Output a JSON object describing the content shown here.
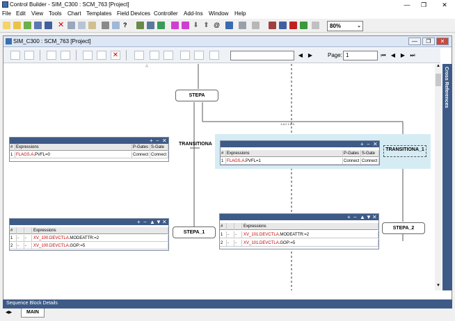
{
  "window": {
    "title": "Control Builder - SIM_C300 : SCM_763 [Project]",
    "min": "—",
    "restore": "❐",
    "close": "✕"
  },
  "menu": [
    "File",
    "Edit",
    "View",
    "Tools",
    "Chart",
    "Templates",
    "Field Devices",
    "Controller",
    "Add-Ins",
    "Window",
    "Help"
  ],
  "toolbar": {
    "zoom": "80%"
  },
  "doc": {
    "title": "SIM_C300 : SCM_763 [Project]",
    "page_label": "Page:",
    "page_value": "1",
    "crossref": "Cross References"
  },
  "canvas": {
    "marker_a": "A",
    "transition_ids": "1.A.2   1.A.3",
    "steps": {
      "stepa": "STEPA",
      "stepa1": "STEPA_1",
      "stepa2": "STEPA_2"
    },
    "transitions": {
      "t0": "TRANSITIONA",
      "t1": "TRANSITIONA_1"
    },
    "table_left_top": {
      "headers": [
        "#",
        "Expressions",
        "P-Gates",
        "S-Gate"
      ],
      "rows": [
        {
          "n": "1",
          "var": "FLAGS.A",
          "expr": ".PVFL=0",
          "p": "Connect",
          "s": "Connect"
        }
      ]
    },
    "table_right_top": {
      "headers": [
        "#",
        "Expressions",
        "P-Gates",
        "S-Gate"
      ],
      "rows": [
        {
          "n": "1",
          "var": "FLAGS.A",
          "expr": ".PVFL=1",
          "p": "Connect",
          "s": "Connect"
        }
      ]
    },
    "table_left_bottom": {
      "headers": [
        "#",
        "",
        "",
        "Expressions"
      ],
      "rows": [
        {
          "n": "1",
          "a": "-",
          "b": "-",
          "var": "XV_100.DEVCTLA",
          "expr": ".MODEATTR:=2"
        },
        {
          "n": "2",
          "a": "-",
          "b": "-",
          "var": "XV_100.DEVCTLA",
          "expr": ".GOP:=5"
        }
      ]
    },
    "table_right_bottom": {
      "headers": [
        "#",
        "",
        "",
        "Expressions"
      ],
      "rows": [
        {
          "n": "1",
          "a": "-",
          "b": "-",
          "var": "XV_101.DEVCTLA",
          "expr": ".MODEATTR:=2"
        },
        {
          "n": "2",
          "a": "-",
          "b": "-",
          "var": "XV_101.DEVCTLA",
          "expr": ".GOP:=5"
        }
      ]
    }
  },
  "statusbar": {
    "seq_details": "Sequence Block Details",
    "tab_main": "MAIN"
  }
}
